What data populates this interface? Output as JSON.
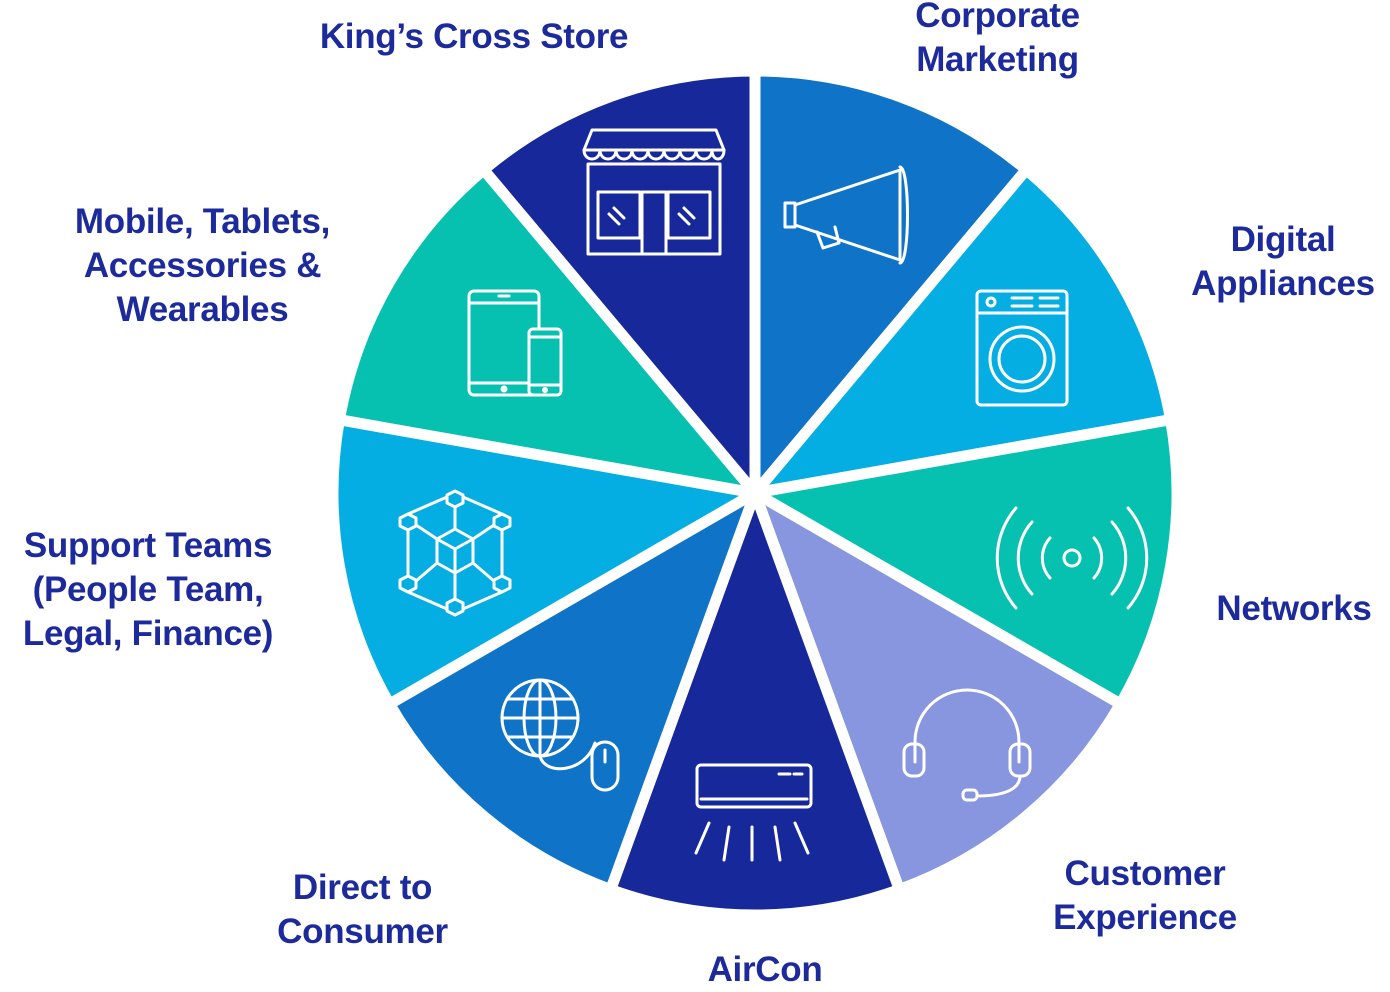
{
  "colors": {
    "label": "#1d2a9b",
    "navy": "#17299a",
    "blue": "#0f73c8",
    "sky": "#04aee3",
    "teal": "#06c1b0",
    "lavender": "#8796de",
    "divider": "#ffffff"
  },
  "segments": [
    {
      "id": "corporate-marketing",
      "label_lines": [
        "Corporate",
        "Marketing"
      ],
      "color": "#0f73c8",
      "icon": "megaphone-icon"
    },
    {
      "id": "digital-appliances",
      "label_lines": [
        "Digital",
        "Appliances"
      ],
      "color": "#04aee3",
      "icon": "washing-machine-icon"
    },
    {
      "id": "networks",
      "label_lines": [
        "Networks"
      ],
      "color": "#06c1b0",
      "icon": "signal-icon"
    },
    {
      "id": "customer-experience",
      "label_lines": [
        "Customer",
        "Experience"
      ],
      "color": "#8796de",
      "icon": "headset-icon"
    },
    {
      "id": "aircon",
      "label_lines": [
        "AirCon"
      ],
      "color": "#17299a",
      "icon": "air-conditioner-icon"
    },
    {
      "id": "direct-to-consumer",
      "label_lines": [
        "Direct to",
        "Consumer"
      ],
      "color": "#0f73c8",
      "icon": "globe-mouse-icon"
    },
    {
      "id": "support-teams",
      "label_lines": [
        "Support Teams",
        "(People Team,",
        "Legal, Finance)"
      ],
      "color": "#04aee3",
      "icon": "network-cubes-icon"
    },
    {
      "id": "mobile-tablets",
      "label_lines": [
        "Mobile, Tablets,",
        "Accessories &",
        "Wearables"
      ],
      "color": "#06c1b0",
      "icon": "tablet-phone-icon"
    },
    {
      "id": "kings-cross-store",
      "label_lines": [
        "King’s Cross Store"
      ],
      "color": "#17299a",
      "icon": "storefront-icon"
    }
  ]
}
